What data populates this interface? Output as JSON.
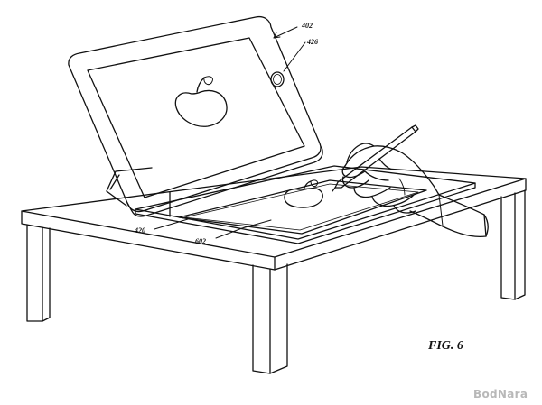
{
  "figure": {
    "caption": "FIG. 6",
    "reference_labels": {
      "tablet": "402",
      "button": "426",
      "cover": "420",
      "drawing_surface": "602"
    }
  },
  "watermark": {
    "text": "BodNara"
  },
  "colors": {
    "line": "#111111",
    "background": "#ffffff",
    "watermark": "#b8b8b8"
  },
  "icons": {
    "apple_on_screen": "apple-icon",
    "apple_on_pad": "apple-icon",
    "stylus": "stylus-icon",
    "hand": "hand-icon"
  }
}
